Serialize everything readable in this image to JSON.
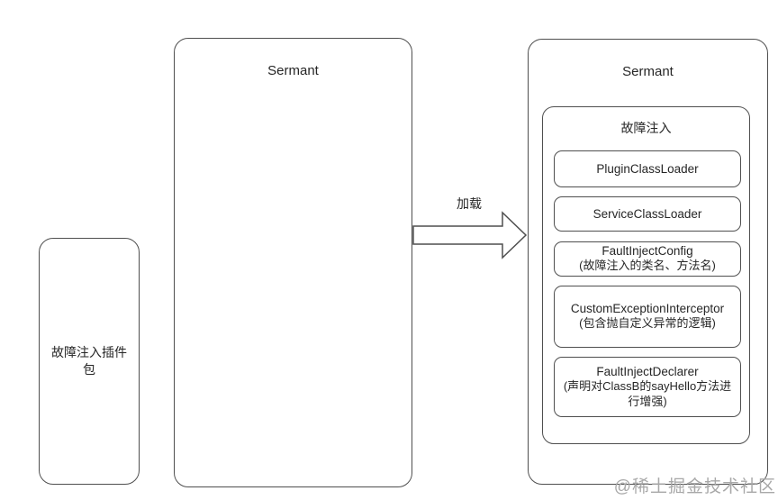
{
  "diagram": {
    "plugin_package": {
      "label": "故障注入插件包"
    },
    "host_left": {
      "title": "Sermant"
    },
    "arrow": {
      "label": "加载"
    },
    "host_right": {
      "title": "Sermant",
      "plugin": {
        "title": "故障注入",
        "modules": [
          {
            "title": "PluginClassLoader",
            "subtitle": ""
          },
          {
            "title": "ServiceClassLoader",
            "subtitle": ""
          },
          {
            "title": "FaultInjectConfig",
            "subtitle": "(故障注入的类名、方法名)"
          },
          {
            "title": "CustomExceptionInterceptor",
            "subtitle": "(包含抛自定义异常的逻辑)"
          },
          {
            "title": "FaultInjectDeclarer",
            "subtitle": "(声明对ClassB的sayHello方法进行增强)"
          }
        ]
      }
    },
    "watermark": "@稀土掘金技术社区"
  },
  "colors": {
    "border": "#4f4f4f",
    "text": "#262626",
    "watermark": "#a8a8a8"
  }
}
